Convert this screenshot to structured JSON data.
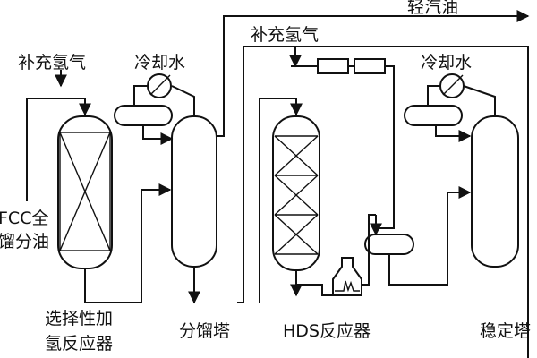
{
  "labels": {
    "makeup_h2_left": "补充氢气",
    "cooling_water_left": "冷却水",
    "makeup_h2_mid": "补充氢气",
    "light_gasoline": "轻汽油",
    "cooling_water_right": "冷却水",
    "fcc_feed_line1": "FCC全",
    "fcc_feed_line2": "馏分油",
    "selective_reactor_line1": "选择性加",
    "selective_reactor_line2": "氢反应器",
    "fractionator": "分馏塔",
    "hds_reactor": "HDS反应器",
    "stabilizer": "稳定塔"
  },
  "colors": {
    "ink": "#111111",
    "background": "#ffffff"
  }
}
